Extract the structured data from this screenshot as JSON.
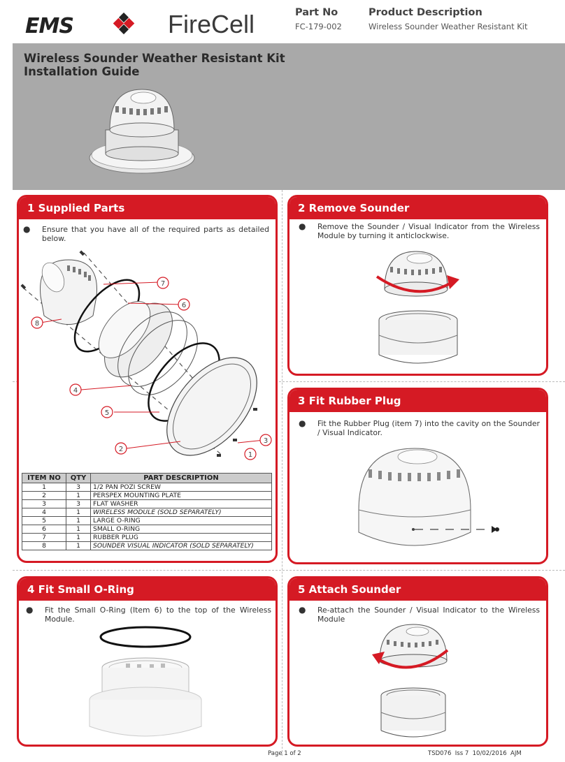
{
  "header": {
    "brand_ems": "EMS",
    "brand_firecell": "FireCell",
    "part_no_label": "Part No",
    "part_no_value": "FC-179-002",
    "product_desc_label": "Product Description",
    "product_desc_value": "Wireless Sounder Weather Resistant Kit",
    "title_line1": "Wireless Sounder Weather Resistant Kit",
    "title_line2": "Installation Guide"
  },
  "sections": {
    "s1": {
      "title": "1 Supplied Parts",
      "bullet": "Ensure that you have all of the required parts as detailed below.",
      "callouts": [
        "1",
        "2",
        "3",
        "4",
        "5",
        "6",
        "7",
        "8"
      ]
    },
    "s2": {
      "title": "2 Remove Sounder",
      "bullet": "Remove the Sounder / Visual Indicator from the Wireless Module by turning it anticlockwise."
    },
    "s3": {
      "title": "3 Fit Rubber Plug",
      "bullet": "Fit the Rubber Plug (item 7) into the cavity on the Sounder / Visual Indicator."
    },
    "s4": {
      "title": "4 Fit Small O-Ring",
      "bullet": "Fit the Small O-Ring (Item 6) to the top of the Wireless Module."
    },
    "s5": {
      "title": "5 Attach Sounder",
      "bullet": "Re-attach the Sounder / Visual Indicator to the Wireless Module"
    }
  },
  "parts_table": {
    "headers": [
      "ITEM NO",
      "QTY",
      "PART DESCRIPTION"
    ],
    "rows": [
      {
        "item": "1",
        "qty": "3",
        "desc": "1/2 PAN POZI SCREW"
      },
      {
        "item": "2",
        "qty": "1",
        "desc": "PERSPEX MOUNTING PLATE"
      },
      {
        "item": "3",
        "qty": "3",
        "desc": "FLAT WASHER"
      },
      {
        "item": "4",
        "qty": "1",
        "desc": "WIRELESS MODULE (SOLD SEPARATELY)"
      },
      {
        "item": "5",
        "qty": "1",
        "desc": "LARGE O-RING"
      },
      {
        "item": "6",
        "qty": "1",
        "desc": "SMALL O-RING"
      },
      {
        "item": "7",
        "qty": "1",
        "desc": "RUBBER PLUG"
      },
      {
        "item": "8",
        "qty": "1",
        "desc": "SOUNDER VISUAL INDICATOR (SOLD SEPARATELY)"
      }
    ]
  },
  "footer": {
    "page": "Page 1 of 2",
    "doc_ref": "TSD076  Iss 7  10/02/2016  AJM"
  },
  "colors": {
    "accent_red": "#d51a24",
    "header_gray": "#a9a9a9"
  },
  "icons": [
    "ems-logo-mark-icon",
    "rotate-clockwise-arrow-icon",
    "rotate-anticlockwise-arrow-icon"
  ]
}
